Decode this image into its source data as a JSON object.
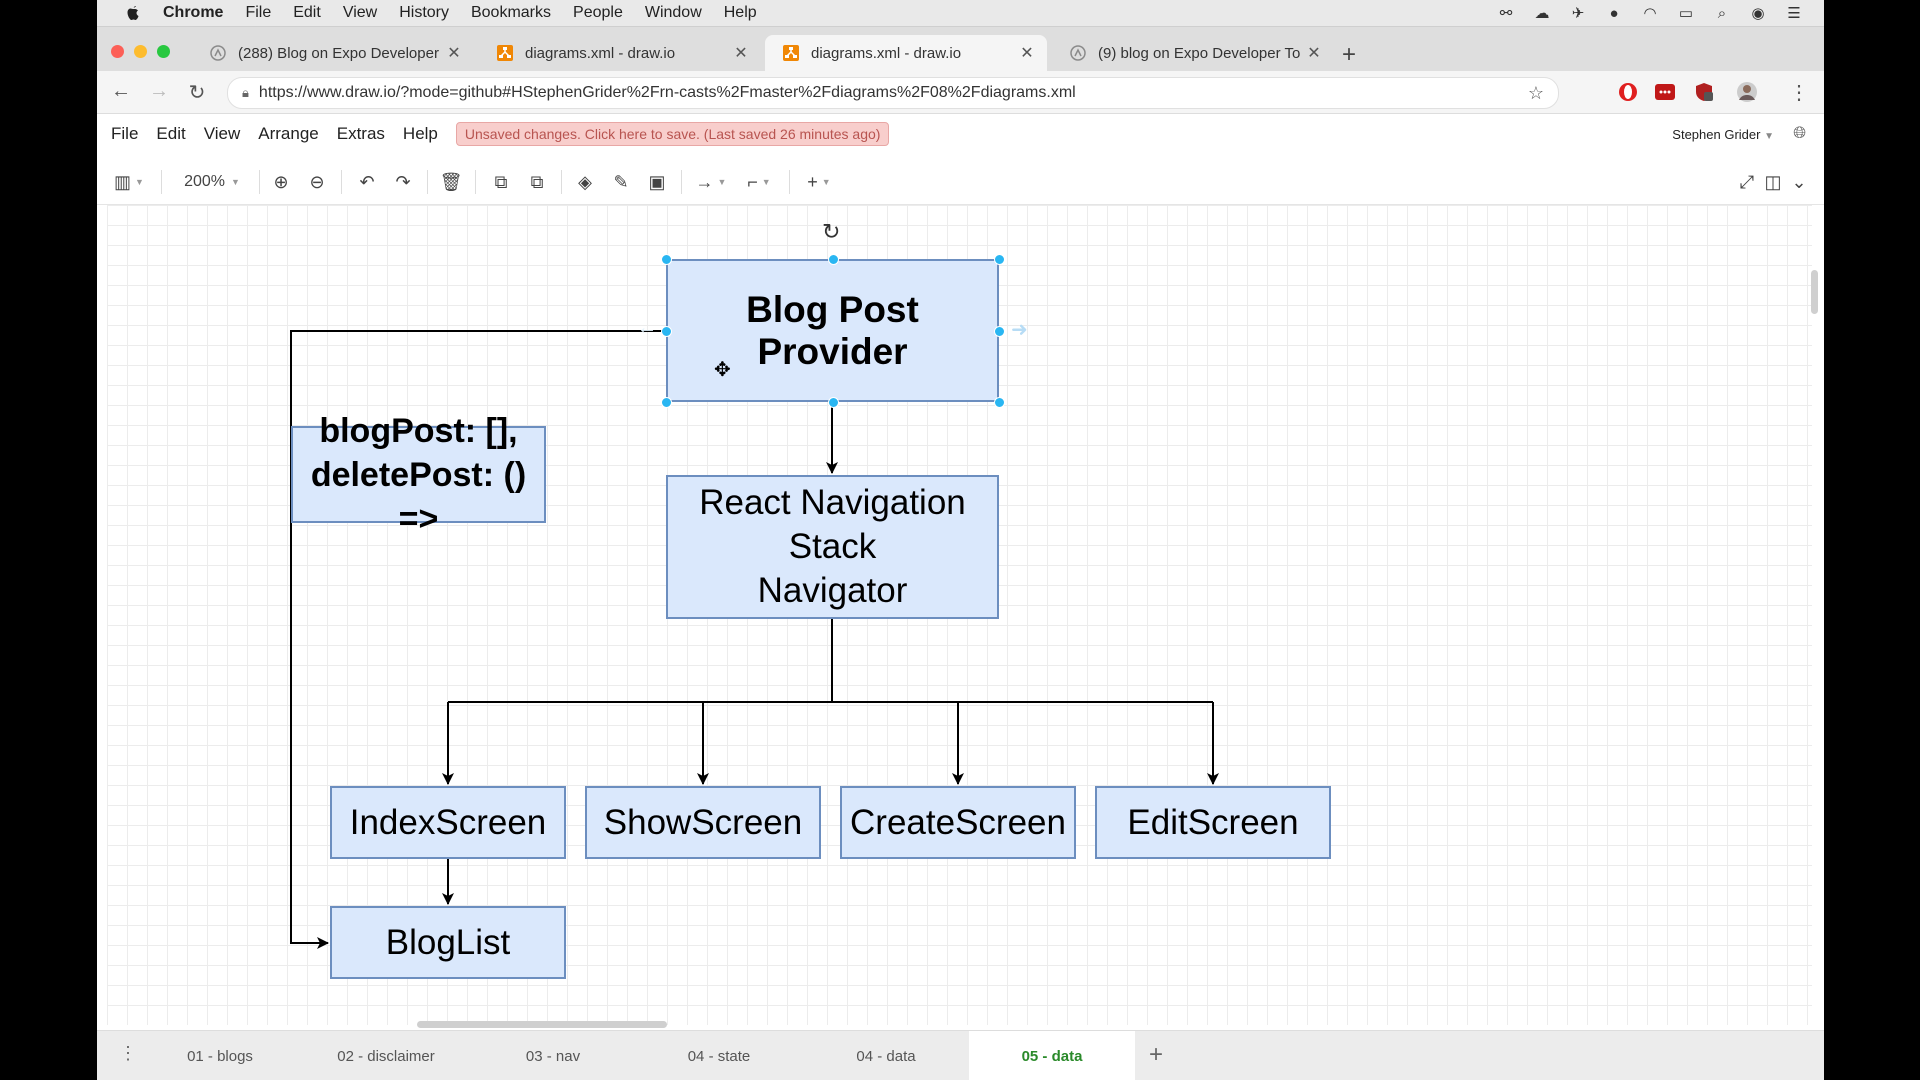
{
  "menubar": {
    "app": "Chrome",
    "items": [
      "File",
      "Edit",
      "View",
      "History",
      "Bookmarks",
      "People",
      "Window",
      "Help"
    ]
  },
  "tabs": [
    {
      "title": "(288) Blog on Expo Developer",
      "icon": "expo-icon"
    },
    {
      "title": "diagrams.xml - draw.io",
      "icon": "drawio-icon"
    },
    {
      "title": "diagrams.xml - draw.io",
      "icon": "drawio-icon"
    },
    {
      "title": "(9) blog on Expo Developer To",
      "icon": "expo-icon"
    }
  ],
  "address": {
    "url": "https://www.draw.io/?mode=github#HStephenGrider%2Frn-casts%2Fmaster%2Fdiagrams%2F08%2Fdiagrams.xml"
  },
  "drawio_menu": {
    "items": [
      "File",
      "Edit",
      "View",
      "Arrange",
      "Extras",
      "Help"
    ],
    "unsaved": "Unsaved changes. Click here to save. (Last saved 26 minutes ago)",
    "user": "Stephen Grider"
  },
  "toolbar": {
    "zoom": "200%"
  },
  "diagram": {
    "provider": "Blog Post Provider",
    "value_line1": "blogPost: [],",
    "value_line2": "deletePost: () =>",
    "navigator_line1": "React Navigation Stack",
    "navigator_line2": "Navigator",
    "index": "IndexScreen",
    "show": "ShowScreen",
    "create": "CreateScreen",
    "edit": "EditScreen",
    "bloglist": "BlogList"
  },
  "pages": [
    "01 - blogs",
    "02 - disclaimer",
    "03 - nav",
    "04 - state",
    "04 - data",
    "05 - data"
  ],
  "colors": {
    "node_fill": "#dae8fc",
    "node_stroke": "#6c8ebf",
    "unsaved_bg": "#f8cecc",
    "active_page": "#2a8a2a"
  }
}
